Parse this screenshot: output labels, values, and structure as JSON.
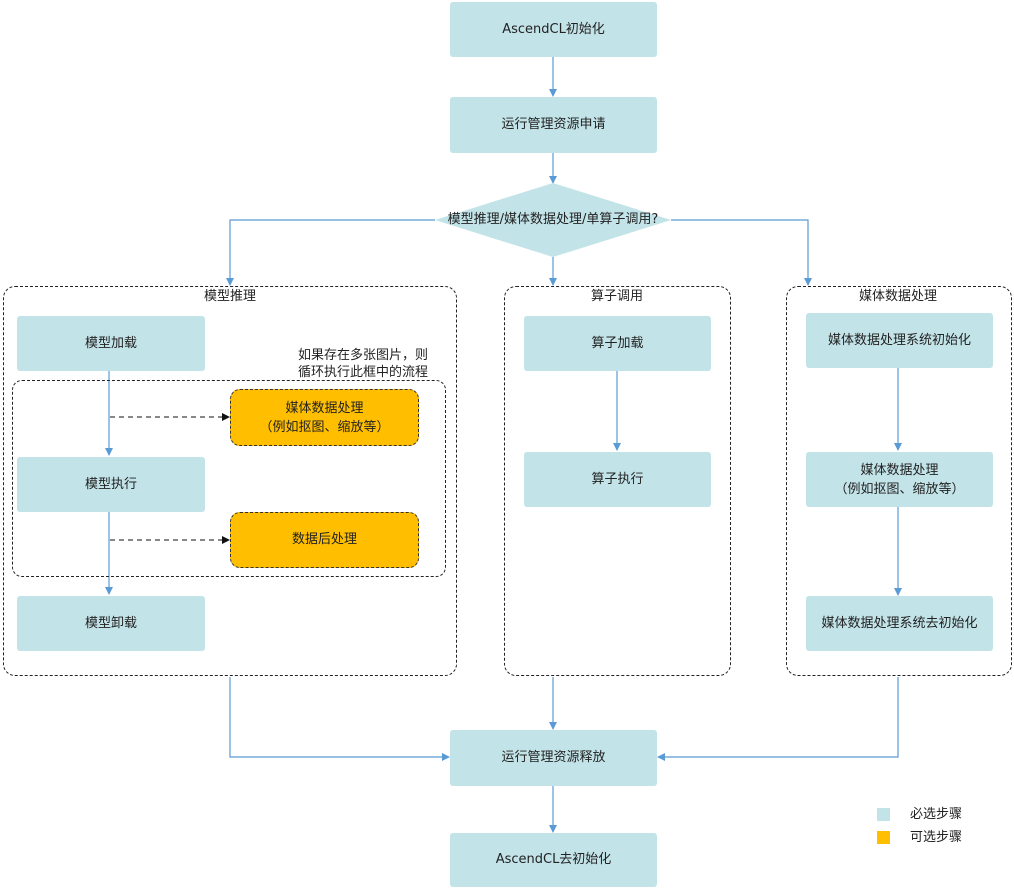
{
  "nodes": {
    "init": "AscendCL初始化",
    "resource_request": "运行管理资源申请",
    "decision": "模型推理/媒体数据处理/单算子调用?",
    "resource_release": "运行管理资源释放",
    "deinit": "AscendCL去初始化"
  },
  "groups": {
    "model": {
      "title": "模型推理",
      "load": "模型加载",
      "execute": "模型执行",
      "unload": "模型卸载",
      "loop_note_line1": "如果存在多张图片，则",
      "loop_note_line2": "循环执行此框中的流程",
      "media_line1": "媒体数据处理",
      "media_line2": "（例如抠图、缩放等）",
      "postprocess": "数据后处理"
    },
    "operator": {
      "title": "算子调用",
      "load": "算子加载",
      "execute": "算子执行"
    },
    "media": {
      "title": "媒体数据处理",
      "init": "媒体数据处理系统初始化",
      "process_line1": "媒体数据处理",
      "process_line2": "（例如抠图、缩放等）",
      "deinit": "媒体数据处理系统去初始化"
    }
  },
  "legend": {
    "required": {
      "label": "必选步骤",
      "color": "#c2e3e8"
    },
    "optional": {
      "label": "可选步骤",
      "color": "#ffbf00"
    }
  },
  "colors": {
    "arrow": "#5b9bd5",
    "required_fill": "#c2e3e8",
    "optional_fill": "#ffbf00"
  }
}
